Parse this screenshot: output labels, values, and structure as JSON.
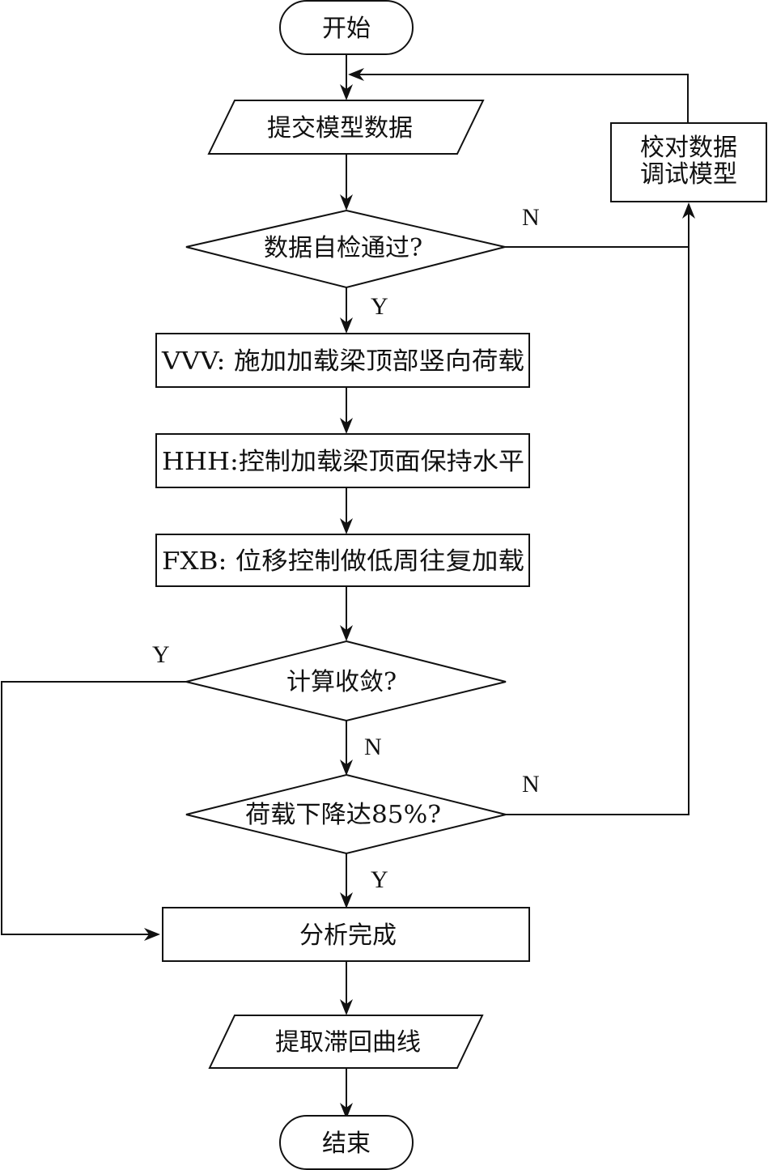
{
  "diagram": {
    "type": "flowchart",
    "nodes": {
      "start": "开始",
      "submit": "提交模型数据",
      "check": "数据自检通过?",
      "fix_line1": "校对数据",
      "fix_line2": "调试模型",
      "vvv": "VVV: 施加加载梁顶部竖向荷载",
      "hhh": "HHH:控制加载梁顶面保持水平",
      "fxb": "FXB: 位移控制做低周往复加载",
      "converge": "计算收敛?",
      "load_drop": "荷载下降达85%?",
      "done": "分析完成",
      "extract": "提取滞回曲线",
      "end": "结束"
    },
    "edge_labels": {
      "check_no": "N",
      "check_yes": "Y",
      "converge_yes": "Y",
      "converge_no": "N",
      "load_drop_no": "N",
      "load_drop_yes": "Y"
    },
    "edges": [
      {
        "from": "start",
        "to": "submit"
      },
      {
        "from": "submit",
        "to": "check"
      },
      {
        "from": "check",
        "to": "vvv",
        "label": "Y"
      },
      {
        "from": "check",
        "to": "fix",
        "label": "N"
      },
      {
        "from": "fix",
        "to": "submit"
      },
      {
        "from": "vvv",
        "to": "hhh"
      },
      {
        "from": "hhh",
        "to": "fxb"
      },
      {
        "from": "fxb",
        "to": "converge"
      },
      {
        "from": "converge",
        "to": "done",
        "label": "Y"
      },
      {
        "from": "converge",
        "to": "load_drop",
        "label": "N"
      },
      {
        "from": "load_drop",
        "to": "done",
        "label": "Y"
      },
      {
        "from": "load_drop",
        "to": "fix",
        "label": "N"
      },
      {
        "from": "done",
        "to": "extract"
      },
      {
        "from": "extract",
        "to": "end"
      }
    ]
  }
}
